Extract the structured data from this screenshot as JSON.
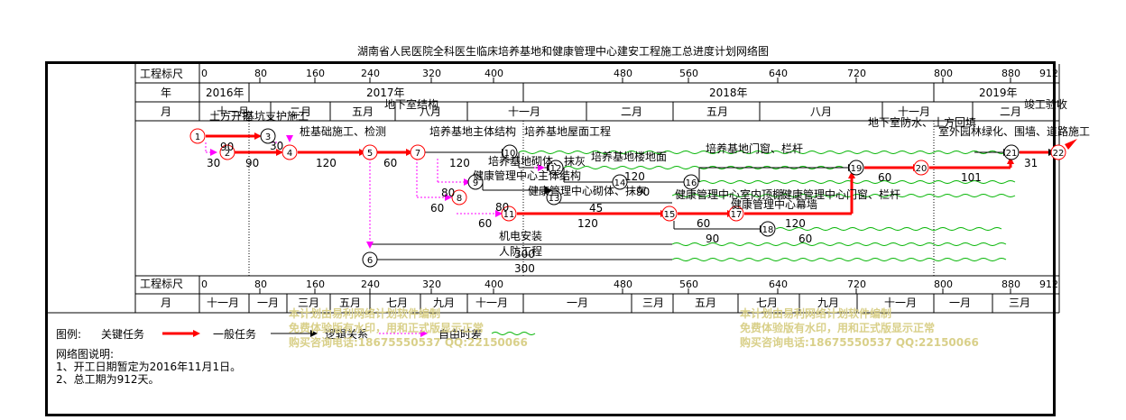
{
  "title": "湖南省人民医院全科医生临床培养基地和健康管理中心建安工程施工总进度计划网络图",
  "scale": {
    "label": "工程标尺",
    "ticks": [
      "0",
      "80",
      "160",
      "240",
      "320",
      "400",
      "480",
      "560",
      "640",
      "720",
      "800",
      "880",
      "912"
    ]
  },
  "year_row": {
    "label": "年",
    "years": [
      "2016年",
      "2017年",
      "2018年",
      "2019年"
    ]
  },
  "month_row_top": {
    "label": "月",
    "months": [
      "十一月",
      "二月",
      "五月",
      "八月",
      "十一月",
      "二月",
      "五月",
      "八月",
      "十一月",
      "二月"
    ]
  },
  "month_row_bottom": {
    "label": "月",
    "months": [
      "十一月",
      "一月",
      "三月",
      "五月",
      "七月",
      "九月",
      "十一月",
      "一月",
      "三月",
      "五月",
      "七月",
      "九月",
      "十一月",
      "一月",
      "三月"
    ]
  },
  "nodes": [
    "1",
    "2",
    "3",
    "4",
    "5",
    "6",
    "7",
    "8",
    "9",
    "10",
    "11",
    "12",
    "13",
    "14",
    "15",
    "16",
    "17",
    "18",
    "19",
    "20",
    "21",
    "22"
  ],
  "tasks": {
    "t1": "土方开挖",
    "t1d": "30",
    "t2": "基坑支护施工",
    "t2d": "30",
    "t3": "90",
    "t3b": "90",
    "t4": "桩基础施工、检测",
    "t4d": "120",
    "t5": "地下室结构",
    "t5d": "60",
    "t6": "培养基地主体结构",
    "t6d": "120",
    "t7": "培养基地屋面工程",
    "t8": "培养基地砌体、抹灰",
    "t9": "健康管理中心主体结构",
    "t9d": "80",
    "t9e": "80",
    "t10": "健康管理中心砌体、抹灰",
    "t11": "培养基地楼地面",
    "t12": "培养基地门窗、栏杆",
    "t13": "健康管理中心室内顶棚",
    "t14": "健康管理中心幕墙",
    "t15": "健康管理中心门窗、栏杆",
    "t16": "地下室防水、土方回填",
    "t16d": "60",
    "t17": "室外园林绿化、围墙、道路施工",
    "t17d": "101",
    "t18": "竣工验收",
    "t18d": "31",
    "t19": "机电安装",
    "t19d": "300",
    "t20": "人防工程",
    "t20d": "300",
    "d60a": "60",
    "d60b": "60",
    "d60c": "60",
    "d60d": "60",
    "d45": "45",
    "d120": "120",
    "d90": "90",
    "d90b": "90",
    "d120b": "120",
    "d120c": "120"
  },
  "legend": {
    "title": "图例:",
    "critical": "关键任务",
    "general": "一般任务",
    "logic": "逻辑关系",
    "float": "自由时差"
  },
  "notes": {
    "heading": "网络图说明:",
    "line1": "1、开工日期暂定为2016年11月1日。",
    "line2": "2、总工期为912天。"
  },
  "watermark": {
    "line1": "本计划由易利网络计划软件编制",
    "line2": "免费体验版有水印，用和正式版显示正常",
    "line3": "购买咨询电话:18675550537 QQ:22150066"
  },
  "colors": {
    "critical": "#ff0000",
    "logic": "#ff00ff",
    "float": "#00b400",
    "watermark": "#d9d08a"
  }
}
